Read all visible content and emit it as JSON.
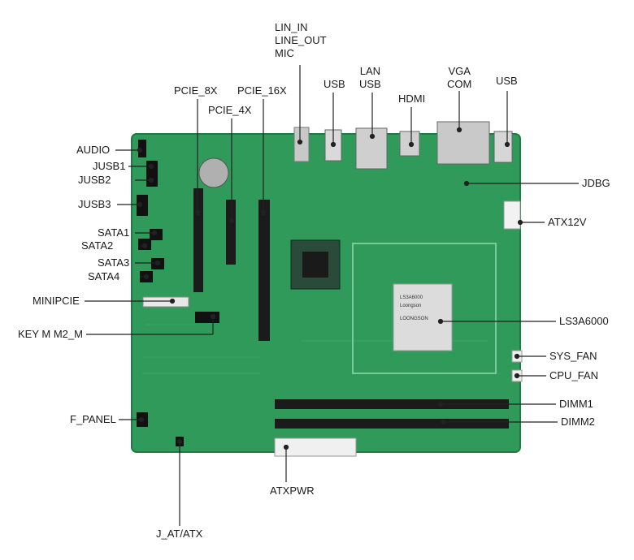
{
  "labels": {
    "lin_in": "LIN_IN",
    "line_out": "LINE_OUT",
    "mic": "MIC",
    "usb_top": "USB",
    "lan": "LAN",
    "lan_usb": "USB",
    "hdmi": "HDMI",
    "vga": "VGA",
    "com": "COM",
    "usb_right": "USB",
    "pcie_8x": "PCIE_8X",
    "pcie_4x": "PCIE_4X",
    "pcie_16x": "PCIE_16X",
    "audio": "AUDIO",
    "jusb1": "JUSB1",
    "jusb2": "JUSB2",
    "jusb3": "JUSB3",
    "sata1": "SATA1",
    "sata2": "SATA2",
    "sata3": "SATA3",
    "sata4": "SATA4",
    "minipcie": "MINIPCIE",
    "keym": "KEY M M2_M",
    "f_panel": "F_PANEL",
    "j_at_atx": "J_AT/ATX",
    "atxpwr": "ATXPWR",
    "jdbg": "JDBG",
    "atx12v": "ATX12V",
    "ls3a6000": "LS3A6000",
    "sys_fan": "SYS_FAN",
    "cpu_fan": "CPU_FAN",
    "dimm1": "DIMM1",
    "dimm2": "DIMM2"
  },
  "chip": {
    "line1": "LS3A6000",
    "line2": "Loongson",
    "brand": "LOONGSON"
  },
  "colors": {
    "pcb": "#2f9a5a",
    "pcb_dark": "#1f7a44",
    "slot": "#1b1b1b",
    "line": "#222222",
    "silver": "#c8c8c8"
  }
}
